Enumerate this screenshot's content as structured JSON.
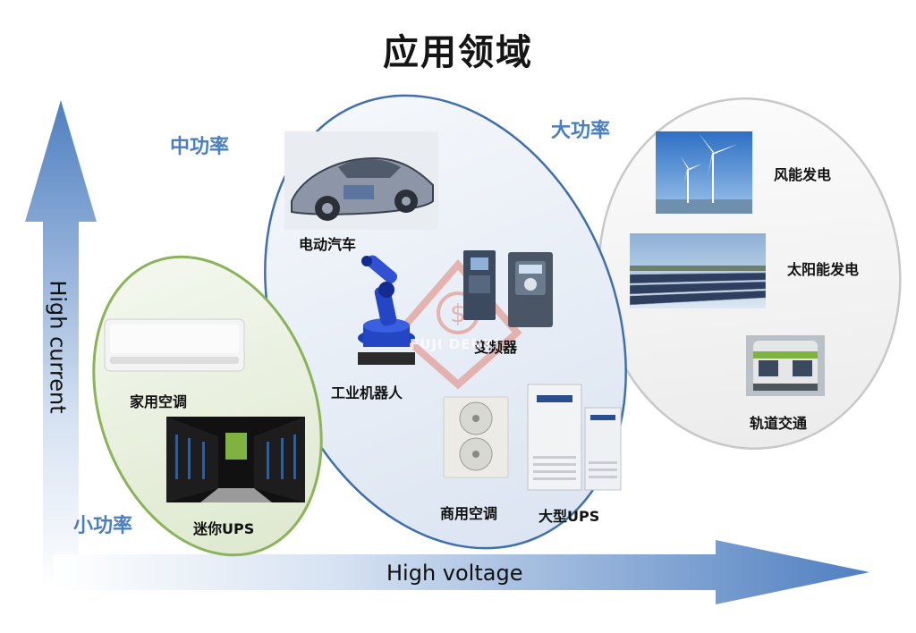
{
  "title": "应用领域",
  "axes": {
    "x_label": "High voltage",
    "y_label": "High current"
  },
  "groups": {
    "small": {
      "label": "小功率",
      "items": [
        "家用空调",
        "迷你UPS"
      ]
    },
    "medium": {
      "label": "中功率",
      "items": [
        "电动汽车",
        "工业机器人",
        "变频器",
        "商用空调",
        "大型UPS"
      ]
    },
    "large": {
      "label": "大功率",
      "items": [
        "风能发电",
        "太阳能发电",
        "轨道交通"
      ]
    }
  },
  "watermark": "FUJI DENKI",
  "colors": {
    "small_region": "#e9f0df",
    "small_border": "#8bb35a",
    "medium_region": "#e7edf7",
    "medium_border": "#3f6fae",
    "large_region": "#f1f1f1",
    "large_border": "#c8c8c8",
    "axis_arrow": "#4f7fc0",
    "group_label": "#4a7fbf"
  },
  "icons": [
    "car-image",
    "robot-arm-image",
    "inverter-image",
    "ac-outdoor-unit-image",
    "large-ups-image",
    "air-conditioner-image",
    "server-room-image",
    "wind-turbine-image",
    "solar-farm-image",
    "train-image",
    "watermark-logo"
  ]
}
